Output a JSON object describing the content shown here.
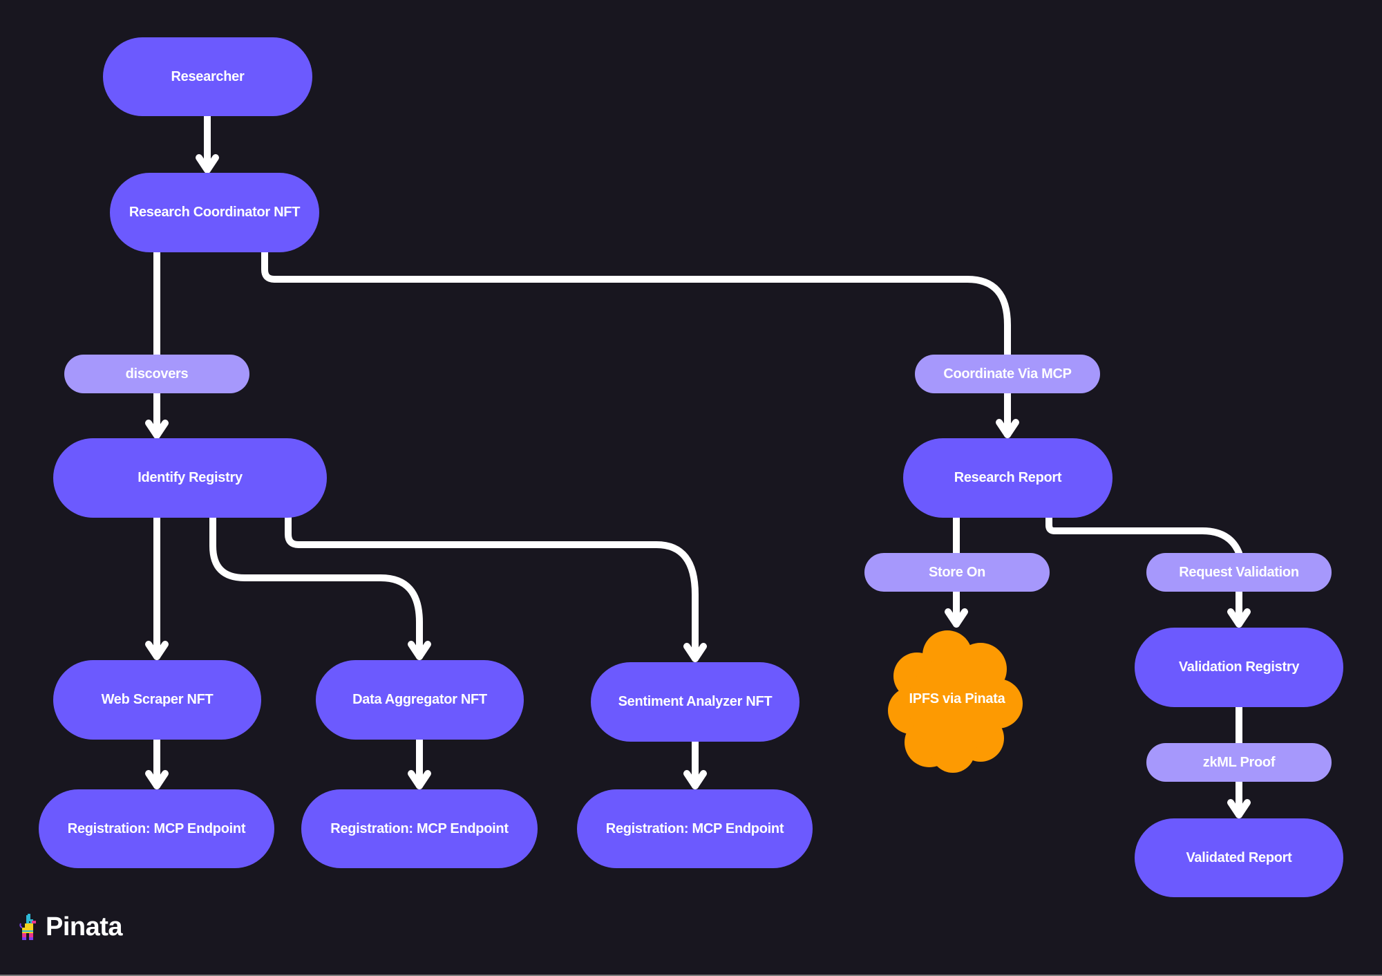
{
  "diagram": {
    "colors": {
      "background": "#18161f",
      "node_primary": "#6c5afe",
      "node_label": "#a698fc",
      "node_storage": "#fd9a02",
      "edge": "#ffffff",
      "text": "#ffffff"
    },
    "nodes": {
      "researcher": "Researcher",
      "research_coordinator_nft": "Research Coordinator NFT",
      "identify_registry": "Identify Registry",
      "web_scraper_nft": "Web Scraper NFT",
      "data_aggregator_nft": "Data Aggregator NFT",
      "sentiment_analyzer_nft": "Sentiment Analyzer NFT",
      "registration_1": "Registration: MCP Endpoint",
      "registration_2": "Registration: MCP Endpoint",
      "registration_3": "Registration: MCP Endpoint",
      "research_report": "Research Report",
      "ipfs_via_pinata": "IPFS via Pinata",
      "validation_registry": "Validation Registry",
      "validated_report": "Validated Report"
    },
    "edge_labels": {
      "discovers": "discovers",
      "coordinate_via_mcp": "Coordinate Via MCP",
      "store_on": "Store On",
      "request_validation": "Request Validation",
      "zkml_proof": "zkML Proof"
    },
    "edges": [
      {
        "from": "Researcher",
        "to": "Research Coordinator NFT",
        "label": ""
      },
      {
        "from": "Research Coordinator NFT",
        "to": "Identify Registry",
        "label": "discovers"
      },
      {
        "from": "Research Coordinator NFT",
        "to": "Research Report",
        "label": "Coordinate Via MCP"
      },
      {
        "from": "Identify Registry",
        "to": "Web Scraper NFT",
        "label": ""
      },
      {
        "from": "Identify Registry",
        "to": "Data Aggregator NFT",
        "label": ""
      },
      {
        "from": "Identify Registry",
        "to": "Sentiment Analyzer NFT",
        "label": ""
      },
      {
        "from": "Web Scraper NFT",
        "to": "Registration: MCP Endpoint",
        "label": ""
      },
      {
        "from": "Data Aggregator NFT",
        "to": "Registration: MCP Endpoint",
        "label": ""
      },
      {
        "from": "Sentiment Analyzer NFT",
        "to": "Registration: MCP Endpoint",
        "label": ""
      },
      {
        "from": "Research Report",
        "to": "IPFS via Pinata",
        "label": "Store On"
      },
      {
        "from": "Research Report",
        "to": "Validation Registry",
        "label": "Request Validation"
      },
      {
        "from": "Validation Registry",
        "to": "Validated Report",
        "label": "zkML Proof"
      }
    ]
  },
  "branding": {
    "logo_text": "Pinata",
    "logo_icon": "pinata-llama-icon"
  }
}
